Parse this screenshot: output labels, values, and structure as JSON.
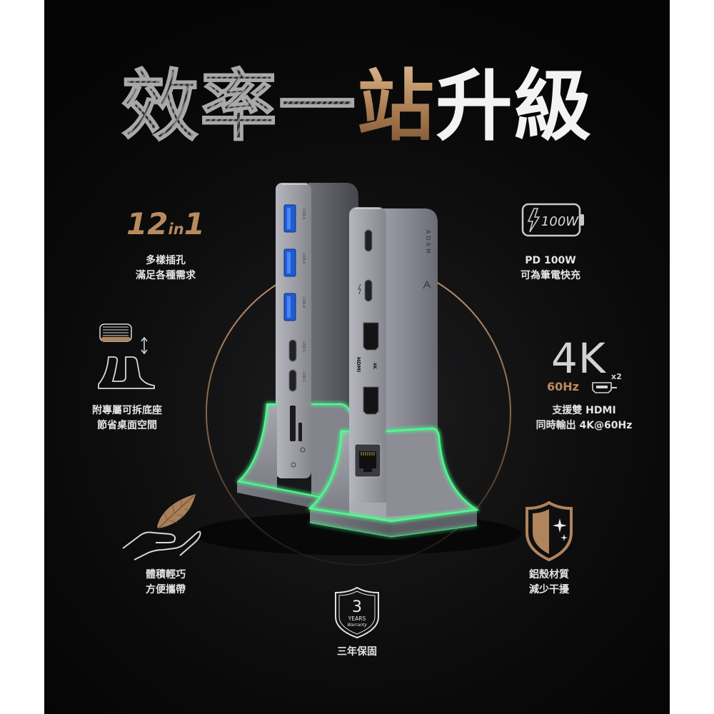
{
  "title": {
    "part1": "效率一",
    "part2": "站",
    "part3": "升級"
  },
  "features": {
    "ports": {
      "count": "12",
      "in": "in",
      "one": "1",
      "line1": "多樣插孔",
      "line2": "滿足各種需求"
    },
    "stand": {
      "line1": "附專屬可拆底座",
      "line2": "節省桌面空間"
    },
    "portable": {
      "line1": "體積輕巧",
      "line2": "方便攜帶"
    },
    "power": {
      "badge": "100W",
      "line1": "PD 100W",
      "line2": "可為筆電快充"
    },
    "display": {
      "resolution": "4K",
      "refresh": "60Hz",
      "multiplier": "x2",
      "line1": "支援雙 HDMI",
      "line2": "同時輸出 4K@60Hz"
    },
    "material": {
      "line1": "鋁殼材質",
      "line2": "減少干擾"
    },
    "warranty": {
      "number": "3",
      "years": "YEARS",
      "label": "Warranty",
      "line1": "三年保固"
    }
  },
  "device": {
    "usb_a": "USB-A",
    "usb_c": "USB-C",
    "brand": "ADAM",
    "hdmi": "HDMI",
    "hdmi_res": "4K"
  },
  "icons": {
    "power": "battery-bolt-icon",
    "display": "hdmi-cable-icon",
    "stand": "detachable-stand-icon",
    "portable": "hand-feather-icon",
    "material": "shield-sparkle-icon",
    "warranty": "warranty-shield-icon"
  },
  "colors": {
    "background": "#070707",
    "bronze": "#b0845c",
    "text": "#e4e4e4",
    "glow": "#4dff8f",
    "usb_a": "#1e5cd6"
  }
}
